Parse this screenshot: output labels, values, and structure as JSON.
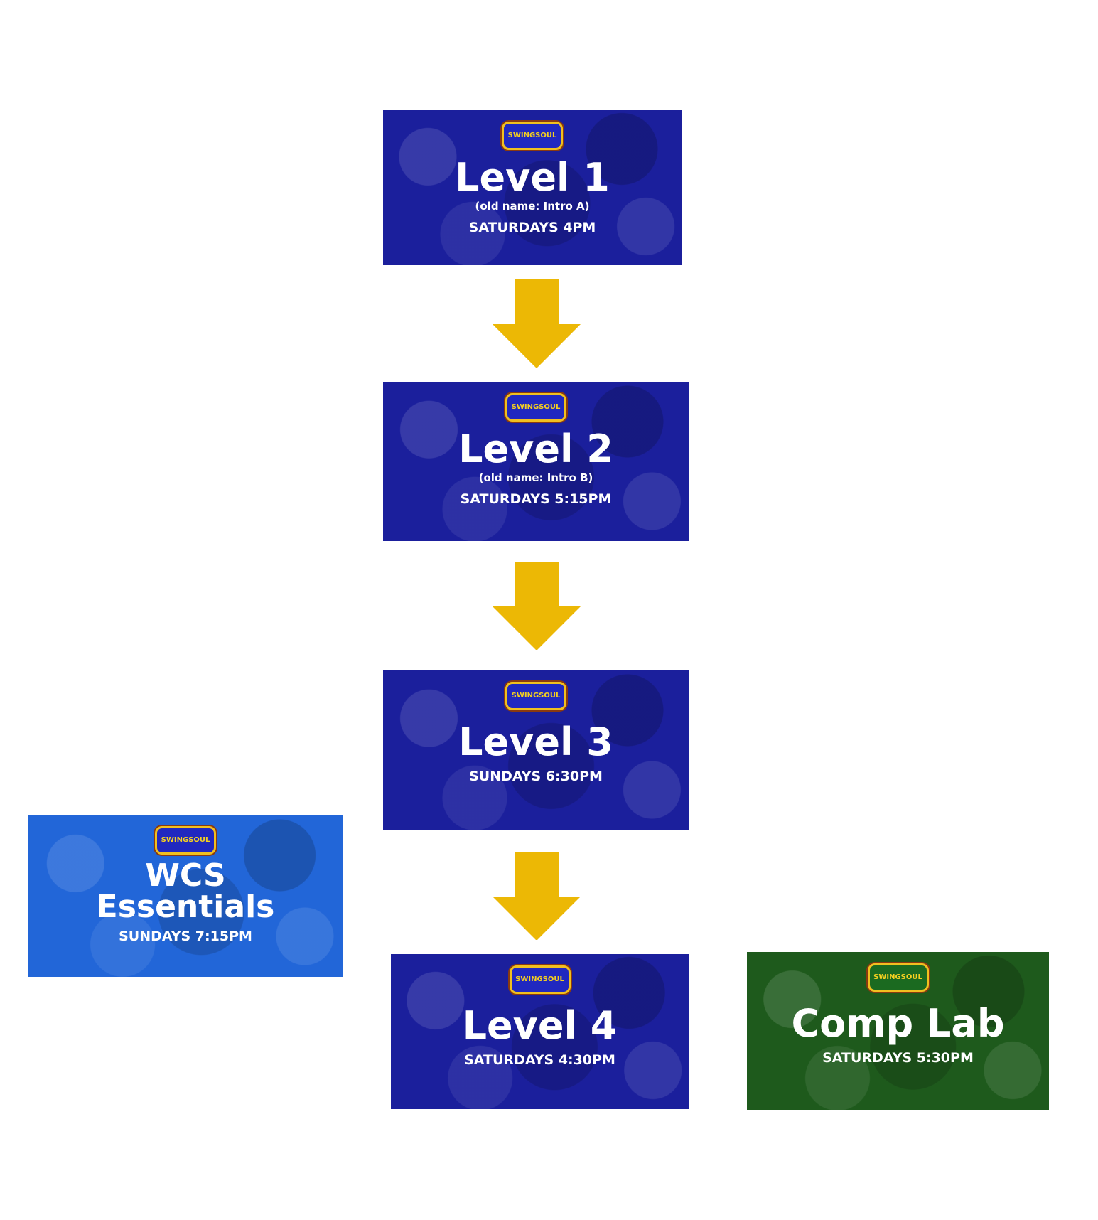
{
  "brand_logo": "SWINGSOUL",
  "cards": [
    {
      "title": "Level 1",
      "subtitle": "(old name: Intro A)",
      "time": "SATURDAYS 4PM"
    },
    {
      "title": "Level 2",
      "subtitle": "(old name: Intro B)",
      "time": "SATURDAYS 5:15PM"
    },
    {
      "title": "Level 3",
      "time": "SUNDAYS 6:30PM"
    },
    {
      "title": "Level 4",
      "time": "SATURDAYS 4:30PM"
    },
    {
      "title": "WCS Essentials",
      "time": "SUNDAYS 7:15PM"
    },
    {
      "title": "Comp Lab",
      "time": "SATURDAYS 5:30PM"
    }
  ],
  "colors": {
    "level": "#1b1f9c",
    "essentials": "#2266d8",
    "comp": "#1e5a1c",
    "arrow": "#ecb805"
  }
}
